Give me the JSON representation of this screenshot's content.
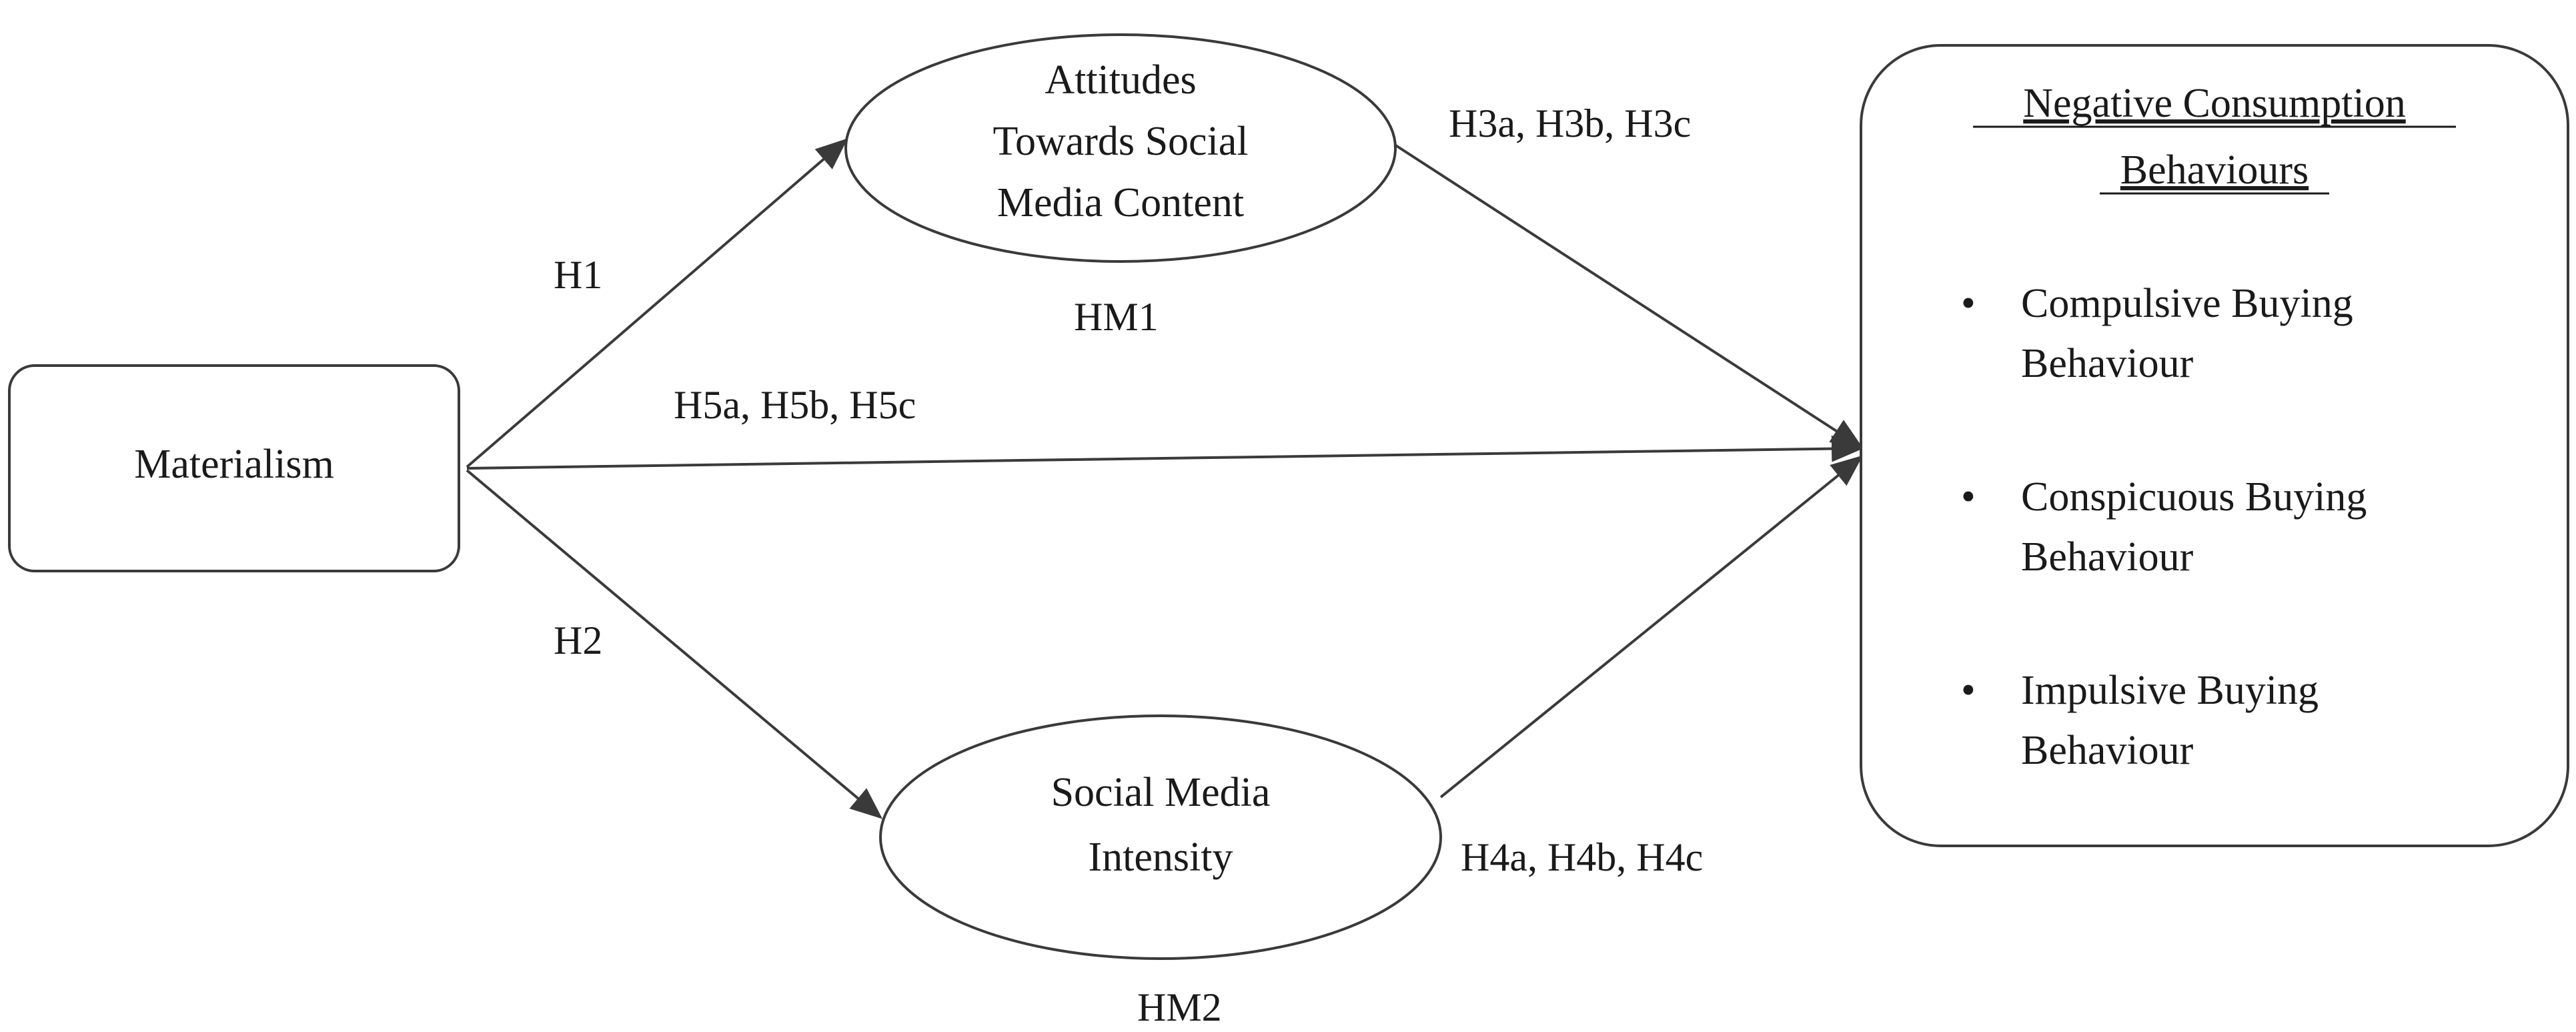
{
  "nodes": {
    "materialism": {
      "label": "Materialism"
    },
    "attitudes": {
      "lines": [
        "Attitudes",
        "Towards Social",
        "Media Content"
      ]
    },
    "intensity": {
      "lines": [
        "Social Media",
        "Intensity"
      ]
    },
    "outcomes": {
      "title_lines": [
        "Negative Consumption",
        "Behaviours"
      ],
      "bullet_symbol": "•",
      "items": [
        {
          "lines": [
            "Compulsive Buying",
            "Behaviour"
          ]
        },
        {
          "lines": [
            "Conspicuous Buying",
            "Behaviour"
          ]
        },
        {
          "lines": [
            "Impulsive Buying",
            "Behaviour"
          ]
        }
      ]
    }
  },
  "edge_labels": {
    "h1": "H1",
    "h2": "H2",
    "h3": "H3a, H3b, H3c",
    "h4": "H4a, H4b, H4c",
    "h5": "H5a, H5b, H5c",
    "hm1": "HM1",
    "hm2": "HM2"
  },
  "colors": {
    "stroke": "#3a3a3a",
    "text": "#1a1a1a",
    "background": "#ffffff"
  }
}
